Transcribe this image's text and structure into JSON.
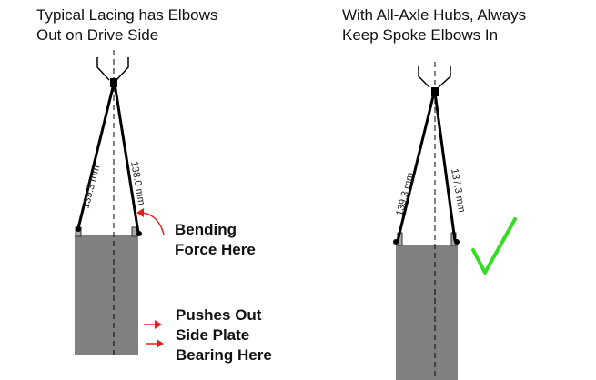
{
  "left": {
    "title_line1": "Typical Lacing has Elbows",
    "title_line2": "Out on Drive Side",
    "spoke_left_length": "139.3 mm",
    "spoke_right_length": "138.0 mm",
    "note_bending_line1": "Bending",
    "note_bending_line2": "Force Here",
    "note_pushes_line1": "Pushes Out",
    "note_pushes_line2": "Side Plate",
    "note_pushes_line3": "Bearing Here"
  },
  "right": {
    "title_line1": "With All-Axle Hubs, Always",
    "title_line2": "Keep Spoke Elbows In",
    "spoke_left_length": "139.3 mm",
    "spoke_right_length": "137.3 mm"
  },
  "colors": {
    "hub_body": "#808080",
    "spoke": "#000000",
    "arrow": "#e0201a",
    "checkmark": "#33dd22"
  },
  "icons": [
    "checkmark-icon",
    "arrow-icon"
  ]
}
